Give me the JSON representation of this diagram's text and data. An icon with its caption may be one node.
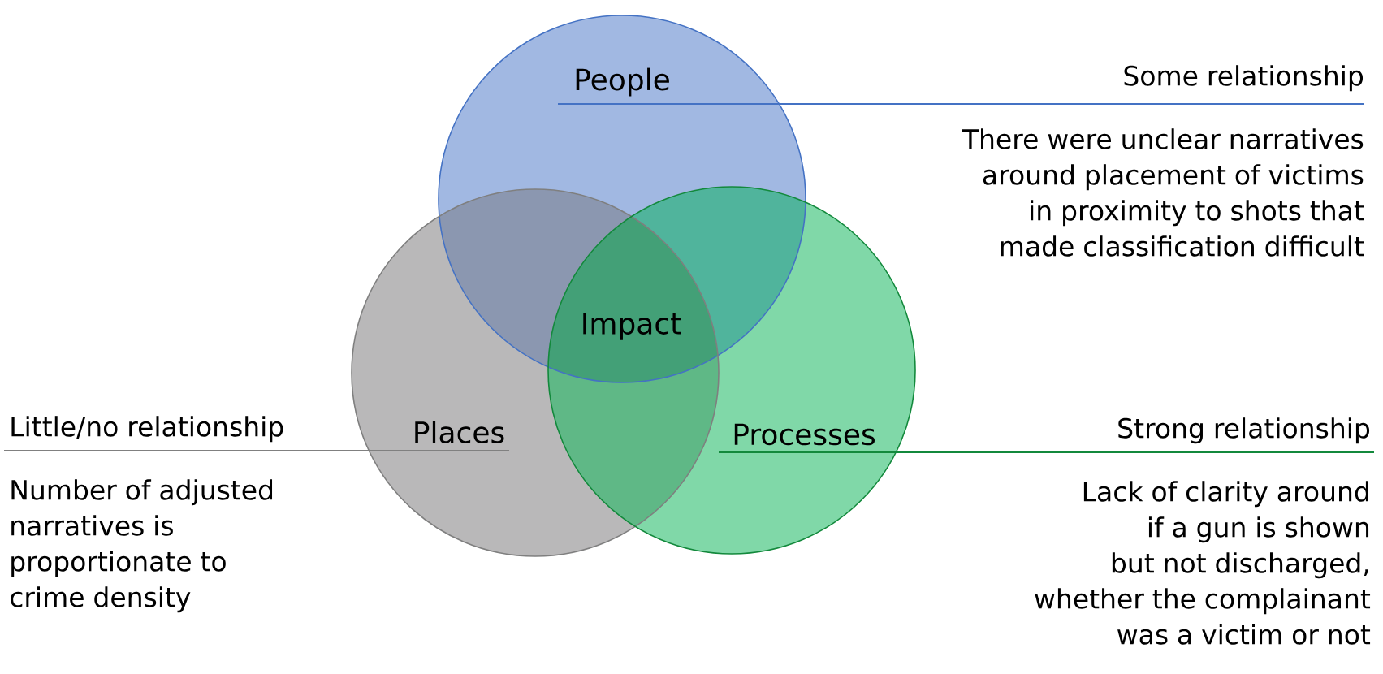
{
  "diagram": {
    "nodes": [
      {
        "text": [
          "People"
        ]
      },
      {
        "text": [
          "Places"
        ]
      },
      {
        "text": [
          "Processes"
        ]
      },
      {
        "text": [
          "Some relationship",
          "There were unclear narratives around placement of victims in proximity to shots that made classification difficult"
        ]
      },
      {
        "text": [
          "Little/no relationship",
          "Number of adjusted narratives is proportionate to crime density"
        ]
      },
      {
        "text": [
          "Strong relationship",
          "Lack of clarity around if a gun is shown but not discharged, whether the complainant was a victim or not"
        ]
      }
    ],
    "edges": [
      {
        "from": 0,
        "to": 3,
        "arrow": "none",
        "color": "#4472c4"
      },
      {
        "from": 1,
        "to": 4,
        "arrow": "none",
        "color": "#808080"
      },
      {
        "from": 2,
        "to": 5,
        "arrow": "none",
        "color": "#13893c"
      }
    ],
    "labels": [
      "Impact"
    ]
  }
}
